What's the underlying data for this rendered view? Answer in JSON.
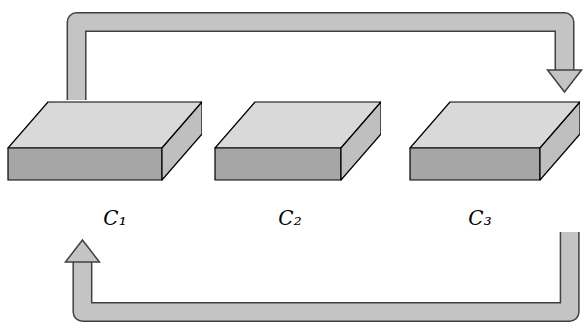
{
  "diagram": {
    "nodes": [
      {
        "text": [
          "C₁"
        ]
      },
      {
        "text": [
          "C₂"
        ]
      },
      {
        "text": [
          "C₃"
        ]
      }
    ],
    "edges": [
      {
        "from": 0,
        "to": 2,
        "arrow": "to"
      },
      {
        "from": 2,
        "to": 0,
        "arrow": "to"
      }
    ]
  }
}
